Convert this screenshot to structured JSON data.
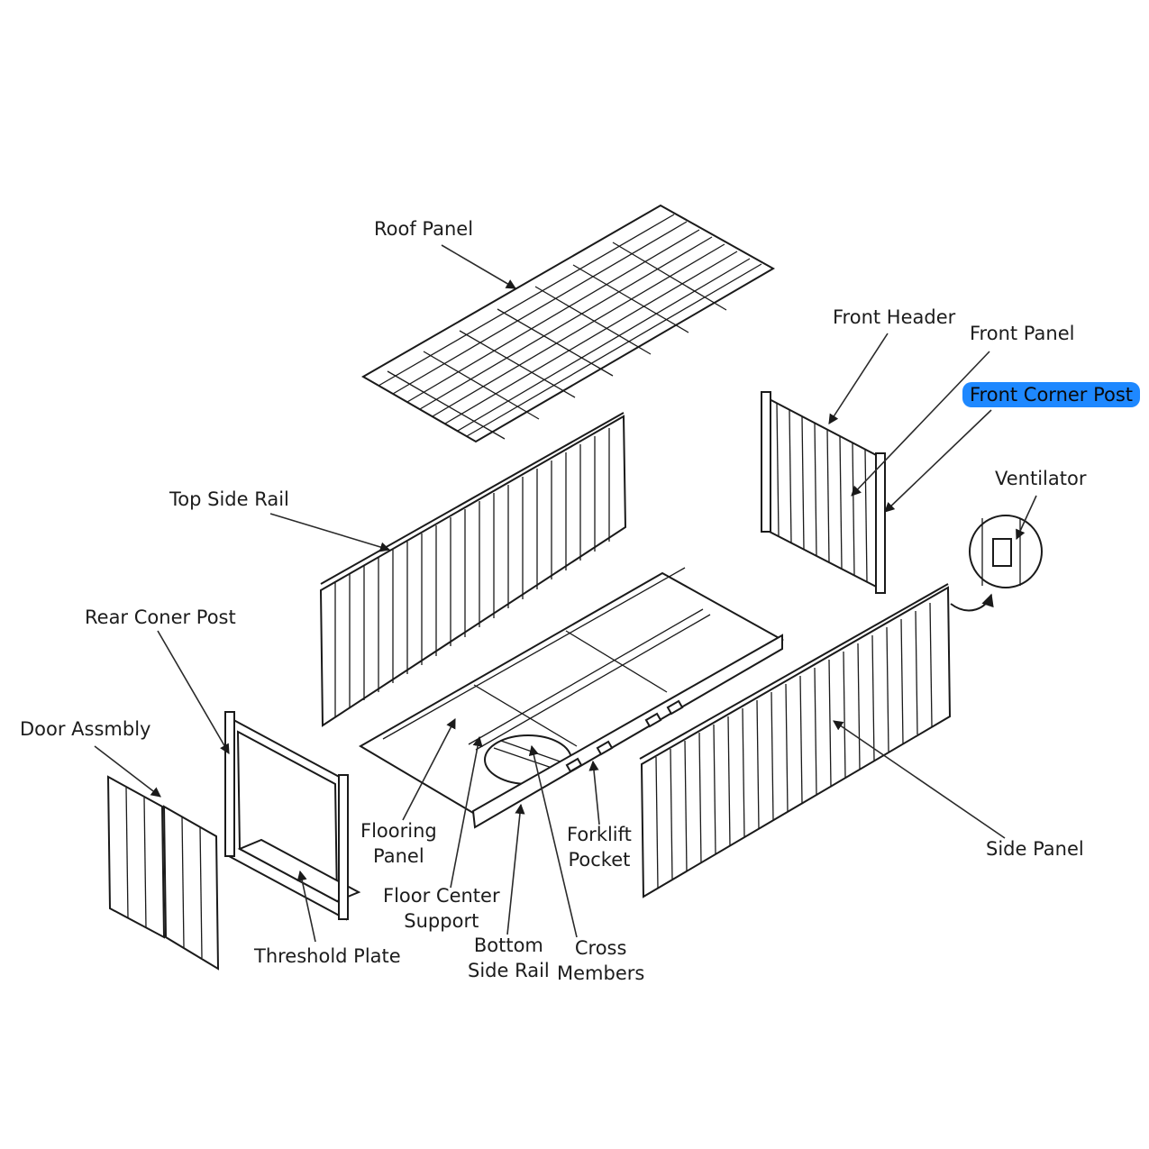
{
  "labels": {
    "roof_panel": "Roof Panel",
    "front_header": "Front Header",
    "front_panel": "Front Panel",
    "front_corner_post": "Front Corner Post",
    "ventilator": "Ventilator",
    "top_side_rail": "Top Side Rail",
    "rear_corner_post": "Rear Coner Post",
    "door_assembly": "Door Assmbly",
    "flooring_panel": "Flooring\nPanel",
    "floor_center_support": "Floor Center\nSupport",
    "bottom_side_rail": "Bottom\nSide Rail",
    "cross_members": "Cross\nMembers",
    "forklift_pocket": "Forklift\nPocket",
    "side_panel": "Side Panel",
    "threshold_plate": "Threshold Plate"
  },
  "selected_label": "front_corner_post",
  "colors": {
    "line": "#1a1a1a",
    "highlight": "#1e88ff",
    "background": "#ffffff"
  }
}
